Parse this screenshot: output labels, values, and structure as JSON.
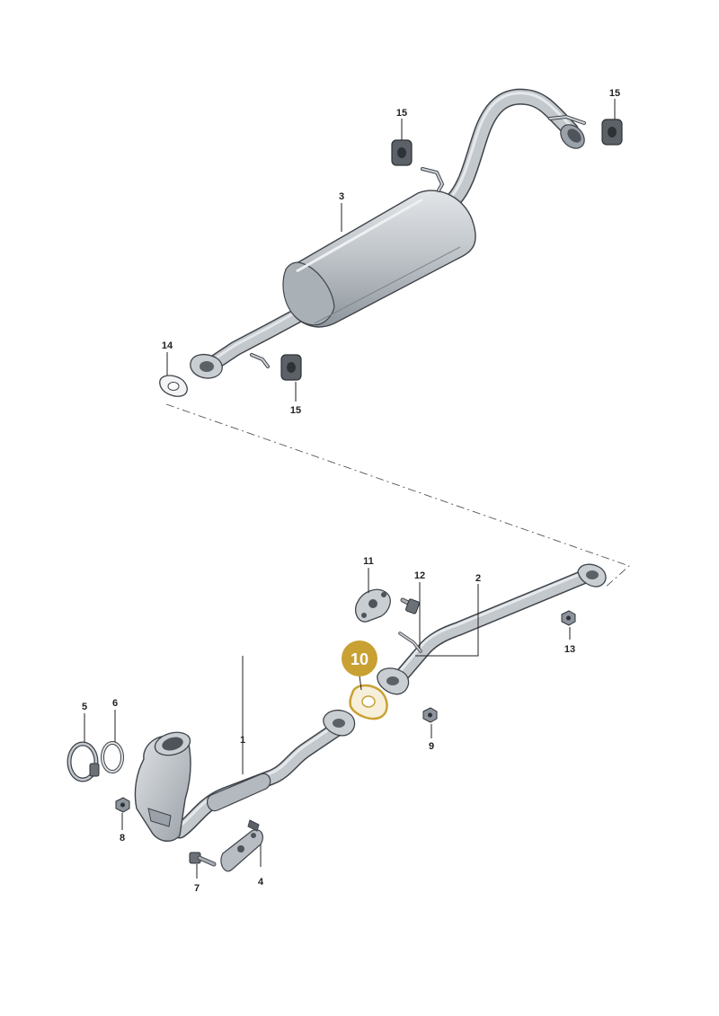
{
  "callouts": {
    "c1": "1",
    "c2": "2",
    "c3": "3",
    "c4": "4",
    "c5": "5",
    "c6": "6",
    "c7": "7",
    "c8": "8",
    "c9": "9",
    "c10": "10",
    "c11": "11",
    "c12": "12",
    "c13": "13",
    "c14": "14",
    "c15a": "15",
    "c15b": "15",
    "c15c": "15"
  },
  "highlight": {
    "part": "10",
    "color": "#c9a032",
    "text_color": "#ffffff"
  },
  "colors": {
    "pipe": "#b9bec4",
    "pipe_dark": "#8d949b",
    "metal_light": "#d7dbdf",
    "outline": "#3f444a",
    "rubber": "#555b61"
  }
}
